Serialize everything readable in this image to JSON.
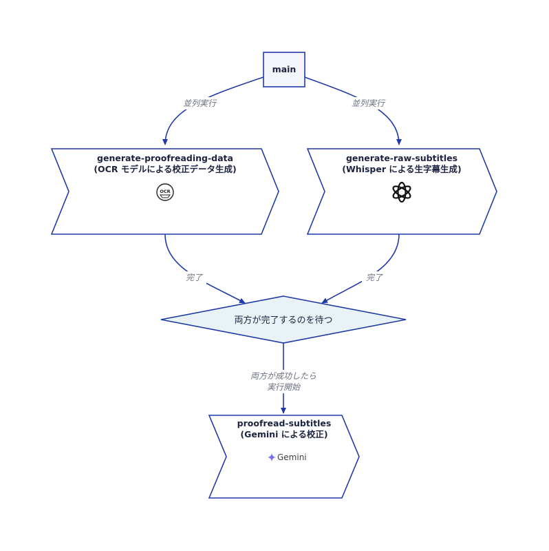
{
  "nodes": {
    "main": {
      "label": "main"
    },
    "proofreading_data": {
      "title": "generate-proofreading-data",
      "subtitle": "(OCR モデルによる校正データ生成)",
      "icon": "ocr-icon",
      "icon_text": "OCR"
    },
    "raw_subtitles": {
      "title": "generate-raw-subtitles",
      "subtitle": "(Whisper による生字幕生成)",
      "icon": "openai-icon"
    },
    "wait": {
      "label": "両方が完了するのを待つ"
    },
    "proofread": {
      "title": "proofread-subtitles",
      "subtitle": "(Gemini による校正)",
      "icon": "gemini-icon",
      "icon_text": "Gemini"
    }
  },
  "edges": {
    "main_to_proofreading": "並列実行",
    "main_to_raw": "並列実行",
    "proofreading_to_wait": "完了",
    "raw_to_wait": "完了",
    "wait_to_proofread_line1": "両方が成功したら",
    "wait_to_proofread_line2": "実行開始"
  },
  "colors": {
    "stroke": "#1f3aa8",
    "main_fill": "#f4f6fb",
    "diamond_fill": "#e9f3f7",
    "label_text": "#6b7080"
  }
}
